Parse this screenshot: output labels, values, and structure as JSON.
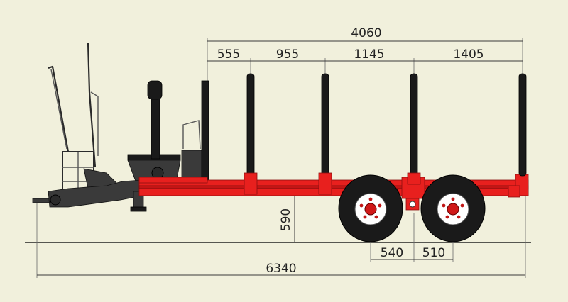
{
  "dimensions": {
    "overall_length": "6340",
    "bunk_span": "4060",
    "bunk_spacing": [
      "555",
      "955",
      "1145",
      "1405"
    ],
    "bed_height": "590",
    "axle_offset_front": "540",
    "axle_offset_rear": "510"
  },
  "colors": {
    "background": "#f1f0dc",
    "frame": "#e8201e",
    "stanchion": "#1a1a1a",
    "tire": "#1a1a1a",
    "rim": "#ffffff"
  }
}
